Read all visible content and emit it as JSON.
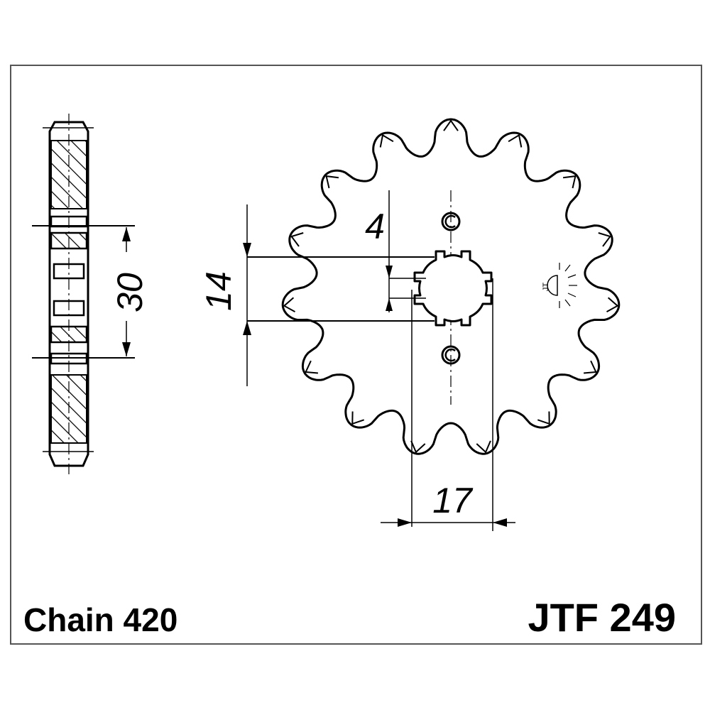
{
  "drawing": {
    "chain_label": "Chain 420",
    "part_number": "JTF 249",
    "stamp_mark": "JT",
    "line_color": "#000000",
    "paper_color": "#ffffff"
  },
  "dimensions": {
    "hub_width": "30",
    "spline_height": "14",
    "keyway_width": "4",
    "bore_width": "17"
  },
  "sprocket": {
    "teeth": 15
  }
}
